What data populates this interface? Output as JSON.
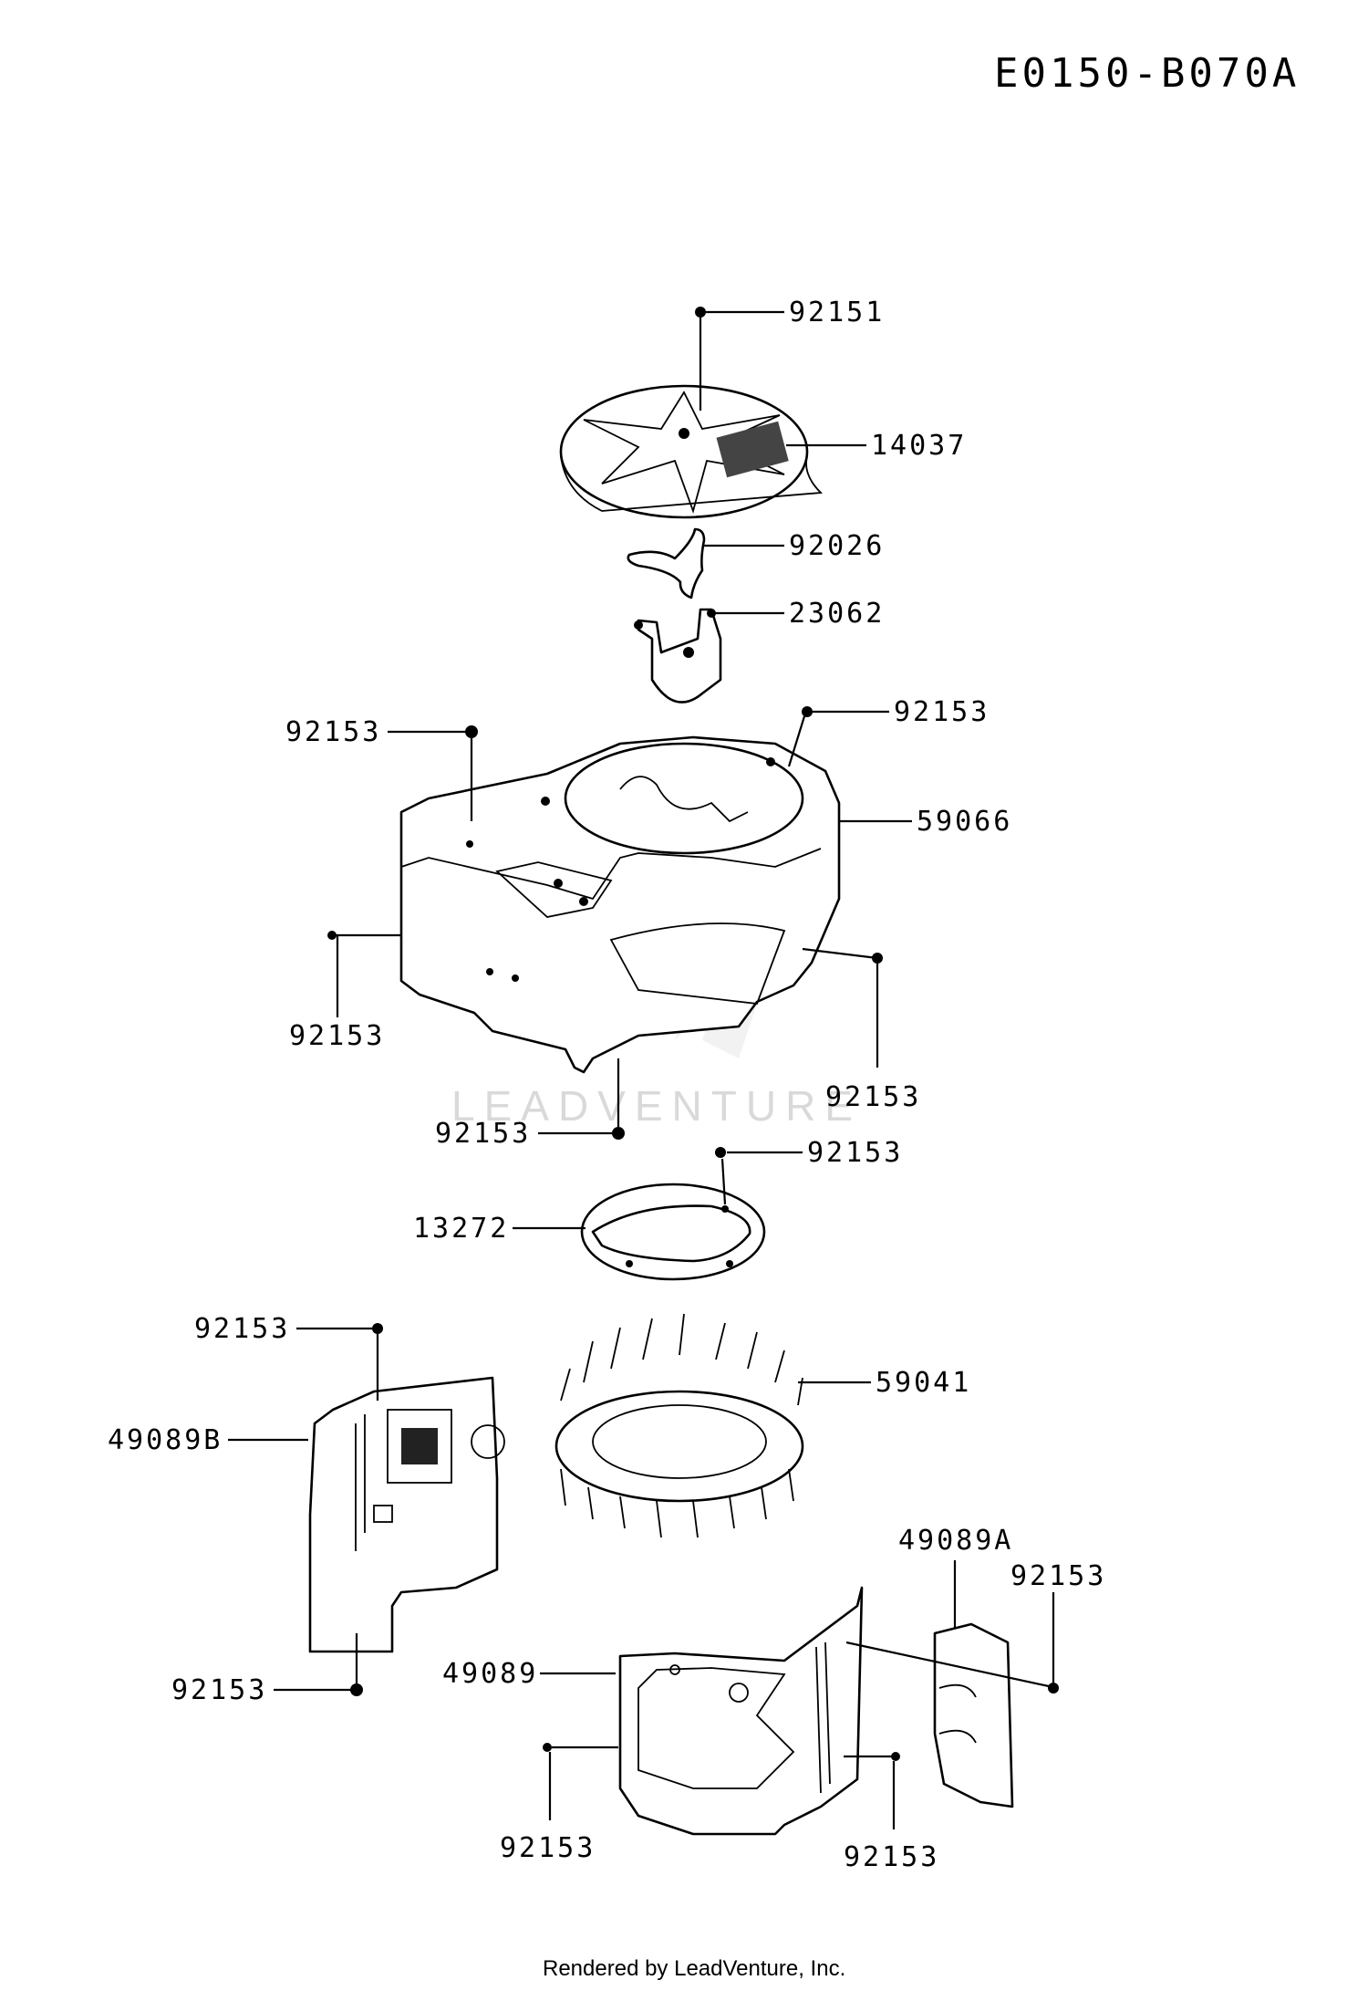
{
  "diagram_id": "E0150-B070A",
  "watermark": "LEADVENTURE",
  "footer": "Rendered by LeadVenture, Inc.",
  "callouts": [
    {
      "text": "92151"
    },
    {
      "text": "14037"
    },
    {
      "text": "92026"
    },
    {
      "text": "23062"
    },
    {
      "text": "92153"
    },
    {
      "text": "92153"
    },
    {
      "text": "59066"
    },
    {
      "text": "92153"
    },
    {
      "text": "92153"
    },
    {
      "text": "92153"
    },
    {
      "text": "92153"
    },
    {
      "text": "13272"
    },
    {
      "text": "92153"
    },
    {
      "text": "59041"
    },
    {
      "text": "49089B"
    },
    {
      "text": "49089A"
    },
    {
      "text": "92153"
    },
    {
      "text": "92153"
    },
    {
      "text": "49089"
    },
    {
      "text": "92153"
    },
    {
      "text": "92153"
    }
  ]
}
